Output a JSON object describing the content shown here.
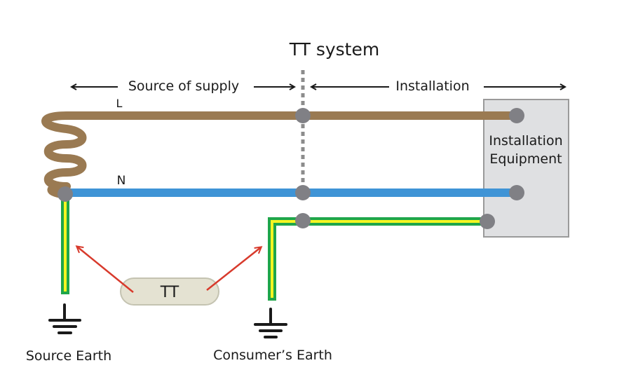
{
  "title": "TT system",
  "regions": {
    "source_label": "Source of supply",
    "installation_label": "Installation"
  },
  "conductors": {
    "line_label": "L",
    "neutral_label": "N"
  },
  "equipment": {
    "line1": "Installation",
    "line2": "Equipment"
  },
  "badge": {
    "label": "TT"
  },
  "earths": {
    "source": "Source Earth",
    "consumer": "Consumer’s Earth"
  },
  "colors": {
    "line": "#9a7a52",
    "neutral": "#3f94d6",
    "earth_outer": "#1fa64a",
    "earth_inner": "#f5f522",
    "terminal": "#808085",
    "divider": "#8c8c8c",
    "equipment_fill": "#dfe0e2",
    "equipment_border": "#9a9a9a",
    "badge_fill": "#e4e2d2",
    "badge_border": "#c4c3b1",
    "pointer": "#d83a2c",
    "text": "#1a1a1a"
  }
}
